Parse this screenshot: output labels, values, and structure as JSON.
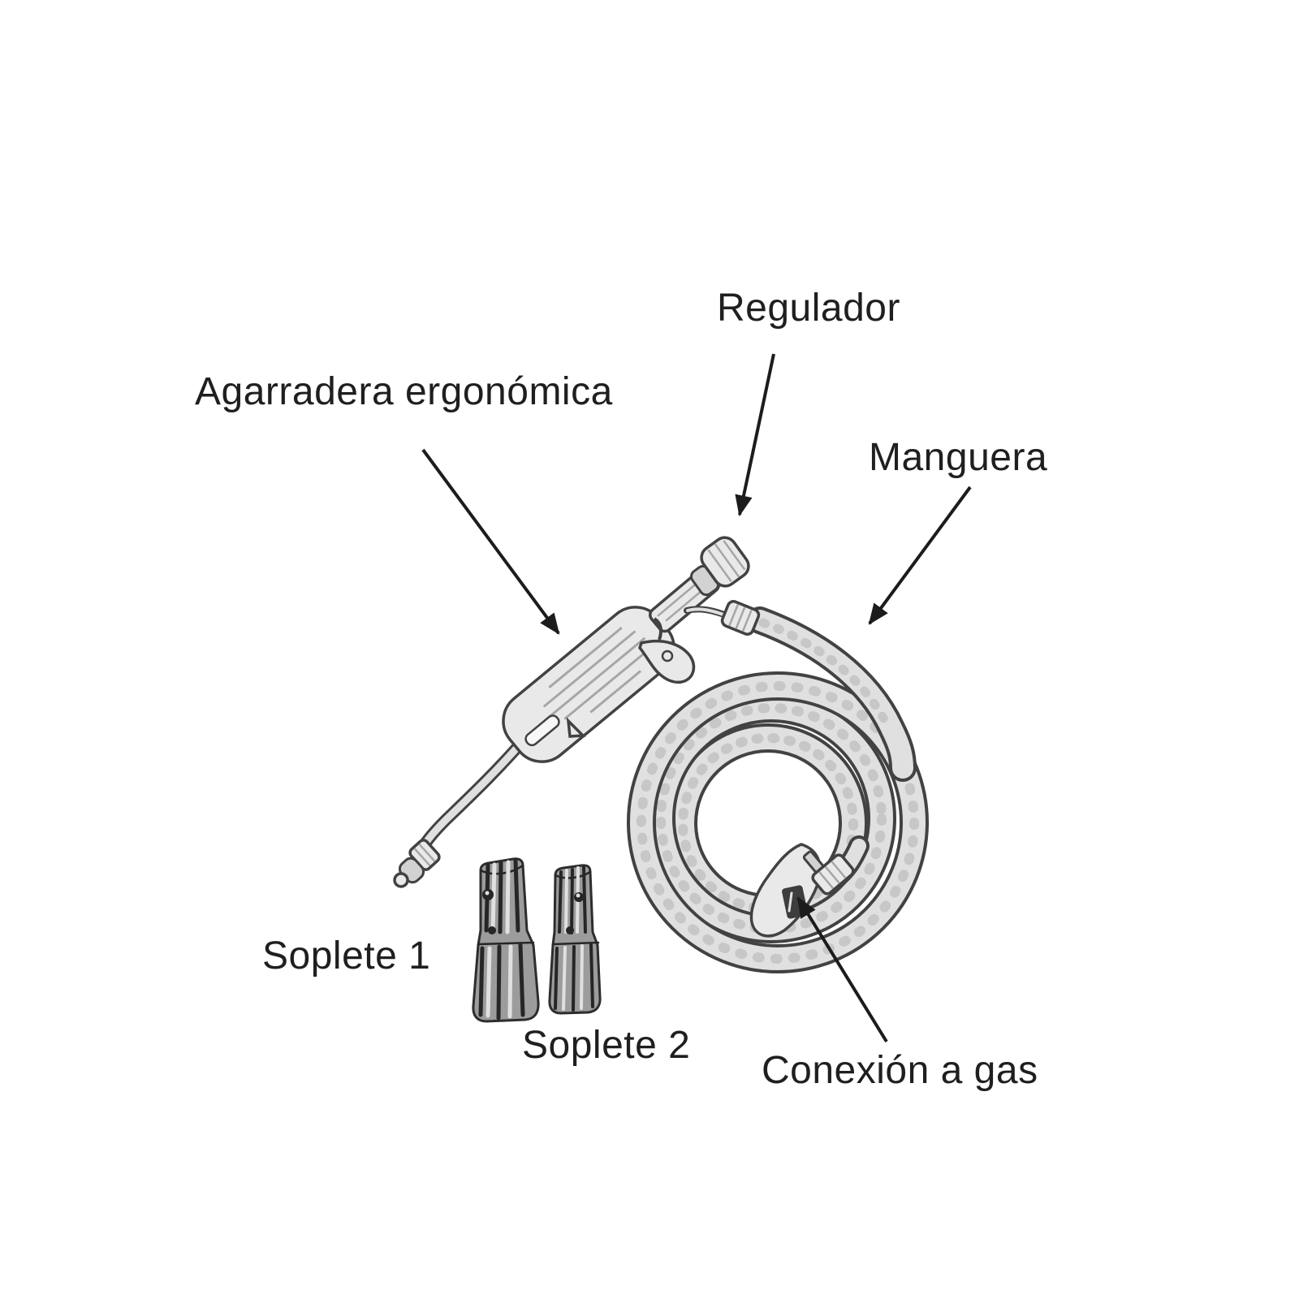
{
  "diagram": {
    "labels": {
      "handle": "Agarradera ergonómica",
      "regulator": "Regulador",
      "hose": "Manguera",
      "torch_tip_1": "Soplete 1",
      "torch_tip_2": "Soplete 2",
      "gas_connection": "Conexión a gas"
    },
    "colors": {
      "background": "#ffffff",
      "text": "#1f1f1f",
      "arrow": "#1c1c1c",
      "line": "#424242",
      "metal_light": "#e9e9e9",
      "metal_mid": "#d2d2d2",
      "slot_light": "#f7f7f7",
      "hatch": "#a6a6a6",
      "hose_gray": "#e0e0e0",
      "hose_texture": "#c7c7c7",
      "tip_gray": "#9c9c9c",
      "tip_line": "#2d2d2d",
      "tip_shadow": "#262626",
      "tip_highlight": "#e0e0e0",
      "dark_detail": "#3d3d3d"
    }
  }
}
